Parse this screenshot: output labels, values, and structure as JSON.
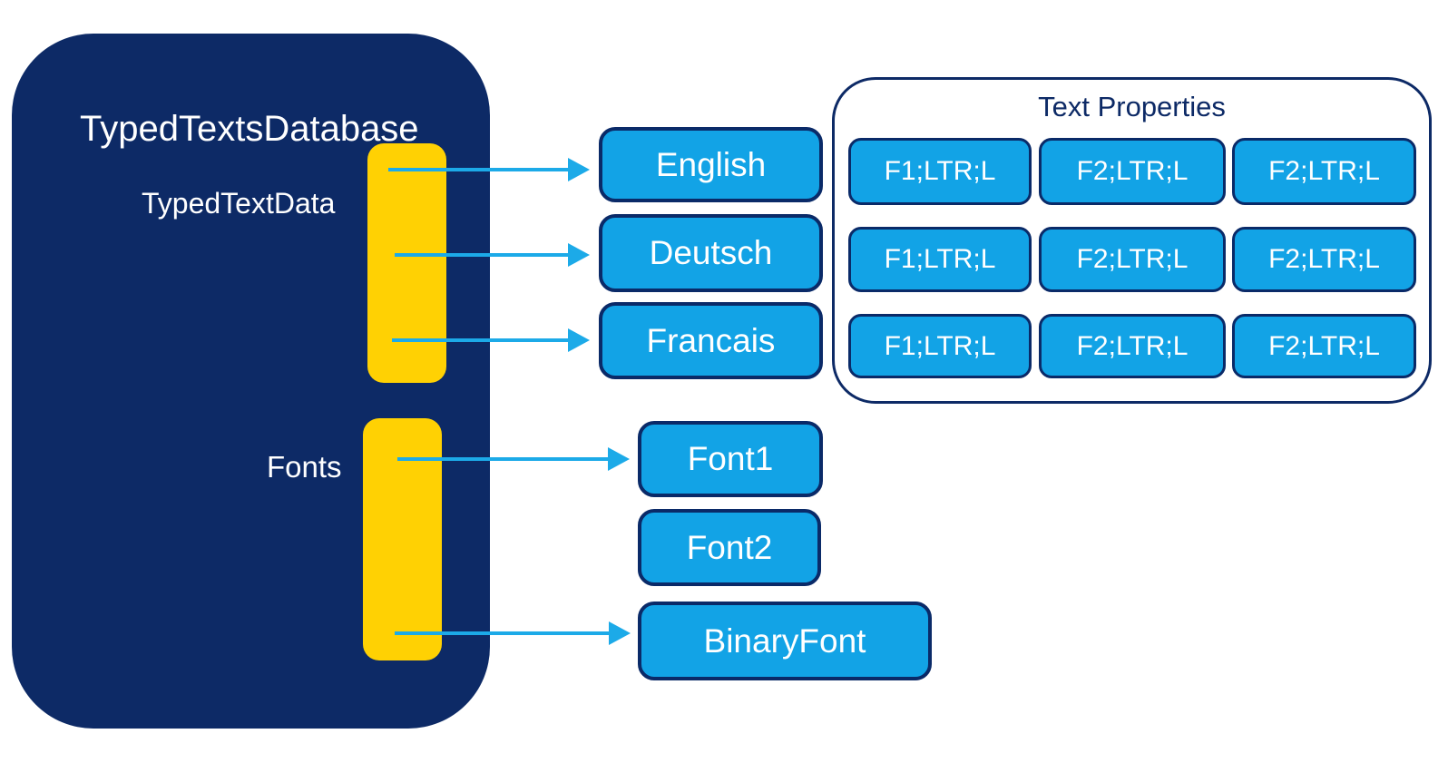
{
  "database": {
    "title": "TypedTextsDatabase",
    "collections": [
      {
        "label": "TypedTextData"
      },
      {
        "label": "Fonts"
      }
    ]
  },
  "languages": [
    {
      "label": "English"
    },
    {
      "label": "Deutsch"
    },
    {
      "label": "Francais"
    }
  ],
  "text_properties": {
    "title": "Text Properties",
    "rows": [
      [
        "F1;LTR;L",
        "F2;LTR;L",
        "F2;LTR;L"
      ],
      [
        "F1;LTR;L",
        "F2;LTR;L",
        "F2;LTR;L"
      ],
      [
        "F1;LTR;L",
        "F2;LTR;L",
        "F2;LTR;L"
      ]
    ]
  },
  "fonts": [
    {
      "label": "Font1"
    },
    {
      "label": "Font2"
    },
    {
      "label": "BinaryFont"
    }
  ],
  "colors": {
    "navy": "#0D2A66",
    "box_blue": "#12A3E6",
    "box_border": "#0A2A68",
    "yellow": "#FFD103",
    "arrow": "#1CAAE8",
    "text_white": "#FFFFFF",
    "panel_bg": "#FFFFFF"
  }
}
